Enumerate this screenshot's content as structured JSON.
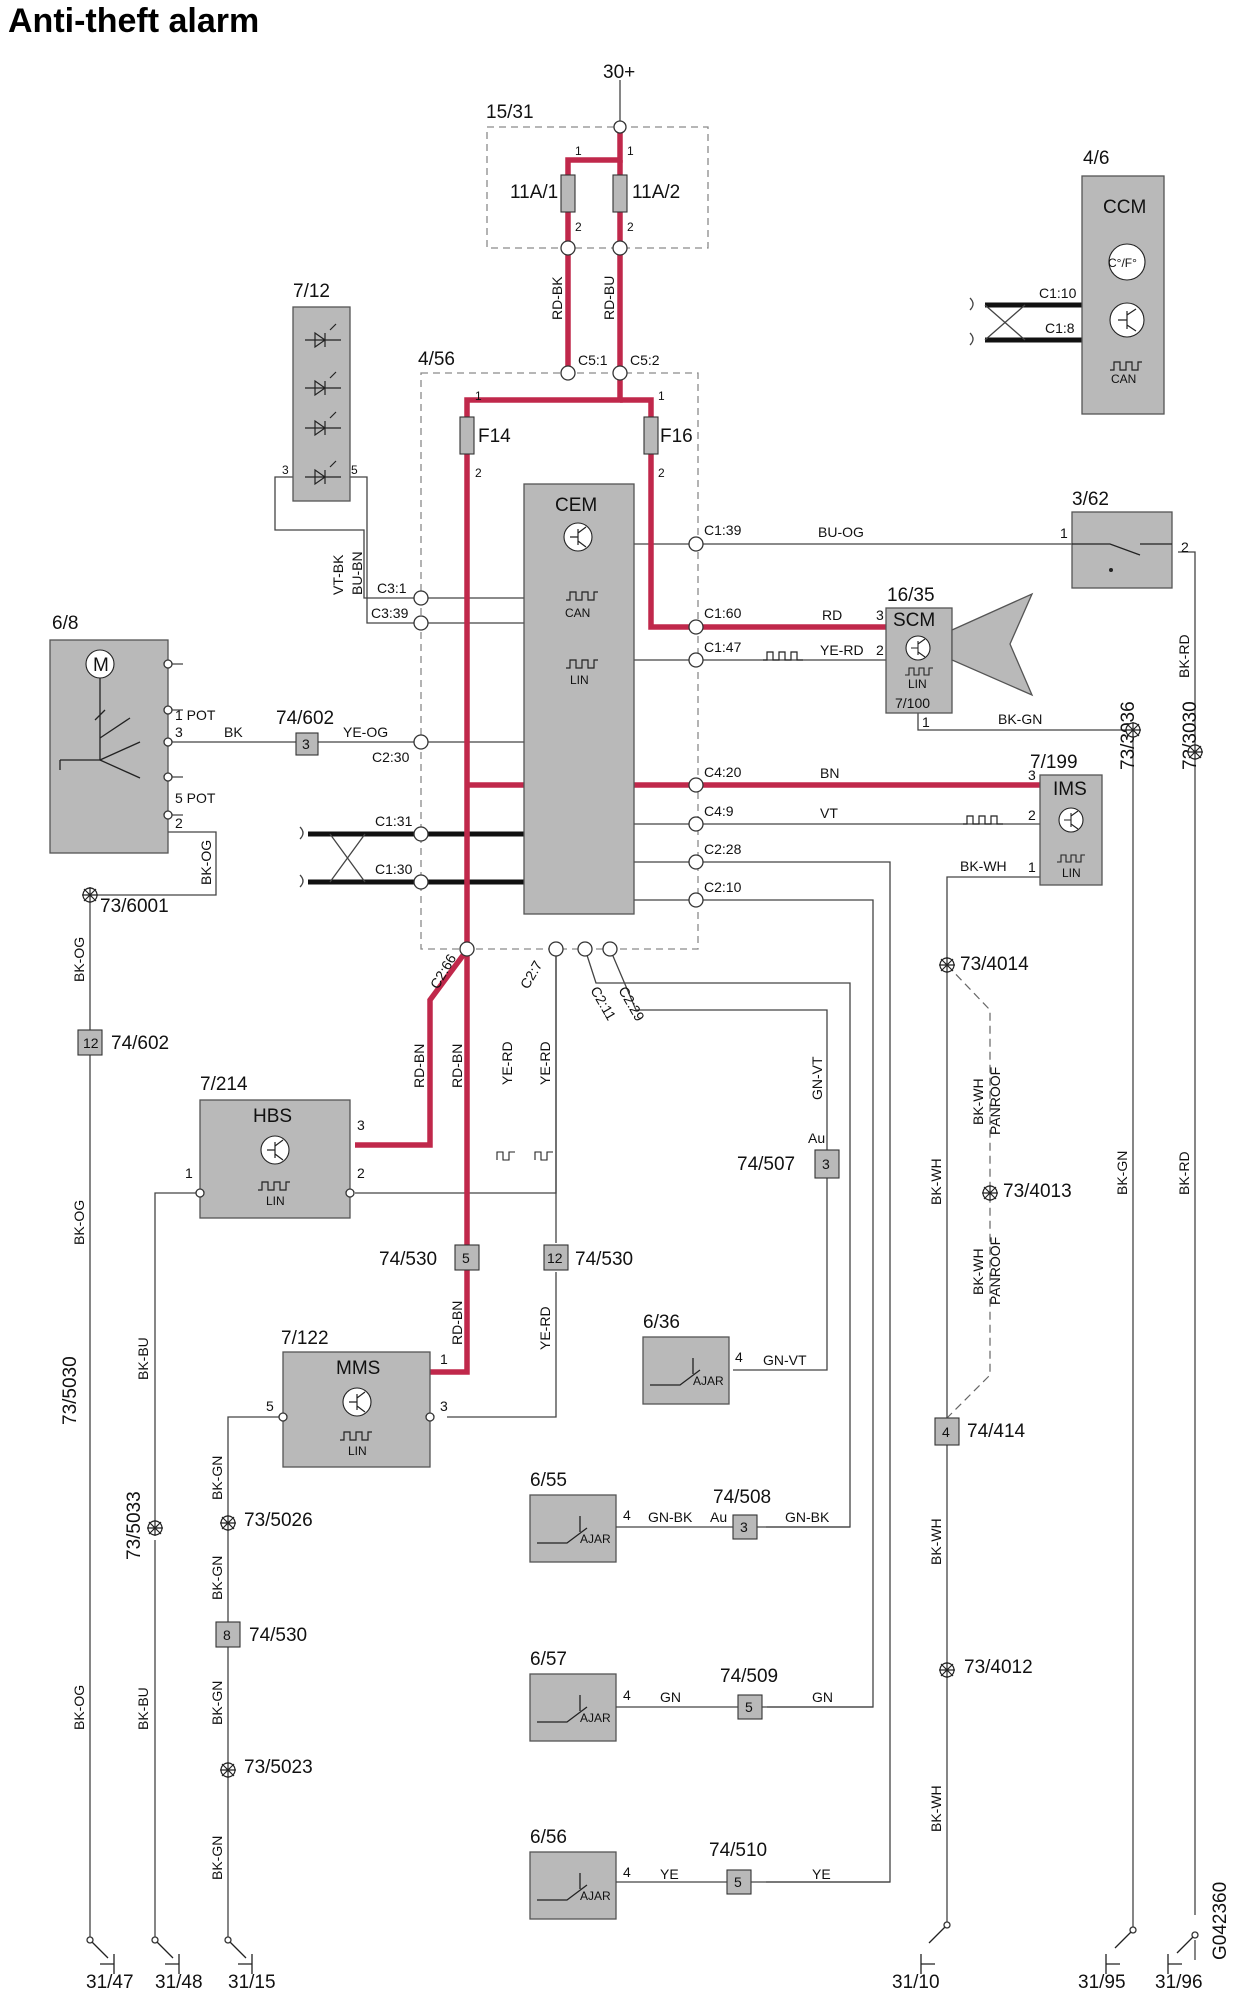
{
  "title": "Anti-theft alarm",
  "drawing_id": "G042360",
  "supply": "30+",
  "fusebox": {
    "ref": "15/31",
    "fuse1": "11A/1",
    "fuse2": "11A/2",
    "pin_top": "1",
    "pin_bottom": "2"
  },
  "cem_box": {
    "ref": "4/56",
    "fuse_a": "F14",
    "fuse_b": "F16",
    "c51": "C5:1",
    "c52": "C5:2"
  },
  "cem": {
    "name": "CEM",
    "can": "CAN",
    "lin": "LIN"
  },
  "ccm": {
    "ref": "4/6",
    "name": "CCM",
    "temp": "C°/F°",
    "can": "CAN",
    "c110": "C1:10",
    "c18": "C1:8"
  },
  "led_module": {
    "ref": "7/12",
    "pin3": "3",
    "pin5": "5"
  },
  "siren_switch": {
    "ref": "6/8",
    "motor": "M",
    "pot1": "1 POT",
    "pin3": "3",
    "pot5": "5 POT",
    "pin2": "2"
  },
  "sensor_3_62": {
    "ref": "3/62",
    "pin1": "1",
    "pin2": "2"
  },
  "scm": {
    "ref": "16/35",
    "name": "SCM",
    "lin": "LIN",
    "sub": "7/100",
    "pin3": "3",
    "pin2": "2",
    "pin1": "1"
  },
  "ims": {
    "ref": "7/199",
    "name": "IMS",
    "lin": "LIN",
    "pin3": "3",
    "pin2": "2",
    "pin1": "1"
  },
  "hbs": {
    "ref": "7/214",
    "name": "HBS",
    "lin": "LIN",
    "pin1": "1",
    "pin2": "2",
    "pin3": "3"
  },
  "mms": {
    "ref": "7/122",
    "name": "MMS",
    "lin": "LIN",
    "pin5": "5",
    "pin1": "1",
    "pin3": "3"
  },
  "ajar_switches": [
    {
      "ref": "6/36",
      "label": "AJAR",
      "pin": "4"
    },
    {
      "ref": "6/55",
      "label": "AJAR",
      "pin": "4"
    },
    {
      "ref": "6/57",
      "label": "AJAR",
      "pin": "4"
    },
    {
      "ref": "6/56",
      "label": "AJAR",
      "pin": "4"
    }
  ],
  "connectors": {
    "c1_39": "C1:39",
    "c1_60": "C1:60",
    "c1_47": "C1:47",
    "c4_20": "C4:20",
    "c4_9": "C4:9",
    "c2_28": "C2:28",
    "c2_10": "C2:10",
    "c3_1": "C3:1",
    "c3_39": "C3:39",
    "c2_30": "C2:30",
    "c1_31": "C1:31",
    "c1_30": "C1:30",
    "c2_66": "C2:66",
    "c2_7": "C2:7",
    "c2_11": "C2:11",
    "c2_29": "C2:29"
  },
  "splices": {
    "s74_602a": {
      "ref": "74/602",
      "num": "3"
    },
    "s74_602b": {
      "ref": "74/602",
      "num": "12"
    },
    "s74_530a": {
      "ref": "74/530",
      "num": "5"
    },
    "s74_530b": {
      "ref": "74/530",
      "num": "12"
    },
    "s74_530c": {
      "ref": "74/530",
      "num": "8"
    },
    "s74_507": {
      "ref": "74/507",
      "num": "3",
      "au": "Au"
    },
    "s74_508": {
      "ref": "74/508",
      "num": "3",
      "au": "Au"
    },
    "s74_509": {
      "ref": "74/509",
      "num": "5"
    },
    "s74_510": {
      "ref": "74/510",
      "num": "5"
    },
    "s74_414": {
      "ref": "74/414",
      "num": "4"
    }
  },
  "ground_points": {
    "g73_6001": "73/6001",
    "g73_5030": "73/5030",
    "g73_5033": "73/5033",
    "g73_5026": "73/5026",
    "g73_5023": "73/5023",
    "g73_4014": "73/4014",
    "g73_4013": "73/4013",
    "g73_4012": "73/4012",
    "g73_3036": "73/3036",
    "g73_3030": "73/3030"
  },
  "grounds": [
    "31/47",
    "31/48",
    "31/15",
    "31/10",
    "31/95",
    "31/96"
  ],
  "wires": {
    "rd_bk": "RD-BK",
    "rd_bu": "RD-BU",
    "bu_og": "BU-OG",
    "rd": "RD",
    "ye_rd": "YE-RD",
    "bk_gn": "BK-GN",
    "bn": "BN",
    "vt": "VT",
    "bk_wh": "BK-WH",
    "vt_bk": "VT-BK",
    "bu_bn": "BU-BN",
    "bk": "BK",
    "ye_og": "YE-OG",
    "bk_og": "BK-OG",
    "rd_bn": "RD-BN",
    "gn_vt": "GN-VT",
    "bk_bu": "BK-BU",
    "gn_bk": "GN-BK",
    "gn": "GN",
    "ye": "YE",
    "bk_rd": "BK-RD",
    "panroof": "PANROOF"
  }
}
